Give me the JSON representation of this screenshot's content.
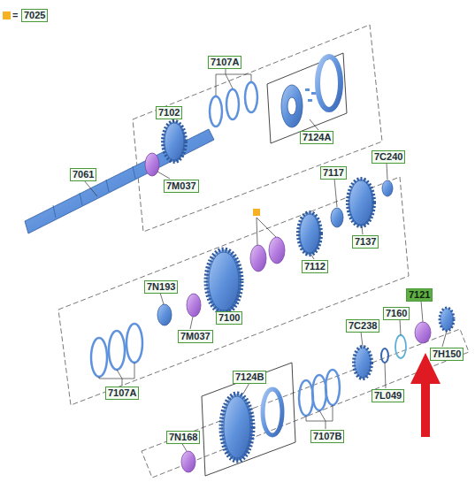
{
  "diagram": {
    "labels": [
      "=",
      "7107A",
      "7124A",
      "7102",
      "7061",
      "7M037",
      "7C240",
      "7117",
      "7137",
      "7112",
      "7N193",
      "7M037",
      "7100",
      "7107A",
      "7121",
      "7160",
      "7C238",
      "7H150",
      "7L049",
      "7124B",
      "7107B",
      "7N168"
    ],
    "legend": [
      {
        "text": "7025",
        "color": "#f5b324"
      }
    ]
  }
}
